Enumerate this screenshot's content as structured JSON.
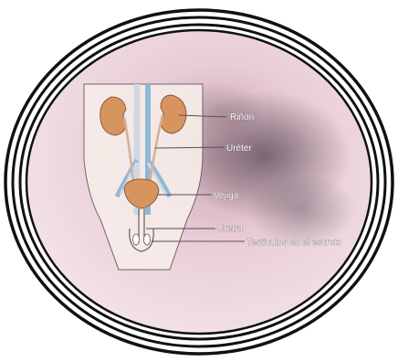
{
  "labels": {
    "kidney": "Riñón",
    "ureter": "Uréter",
    "bladder": "Vejiga",
    "urethra": "Uretra",
    "testicles": "Testículos en el escroto"
  },
  "colors": {
    "ring": "#111111",
    "background_pink": "#f2dbe3",
    "kidney": "#d8945f",
    "bladder": "#d8945f",
    "vessels": "#8fb8d8",
    "body_fill": "#f6ece8",
    "outline": "#6b5a63"
  }
}
